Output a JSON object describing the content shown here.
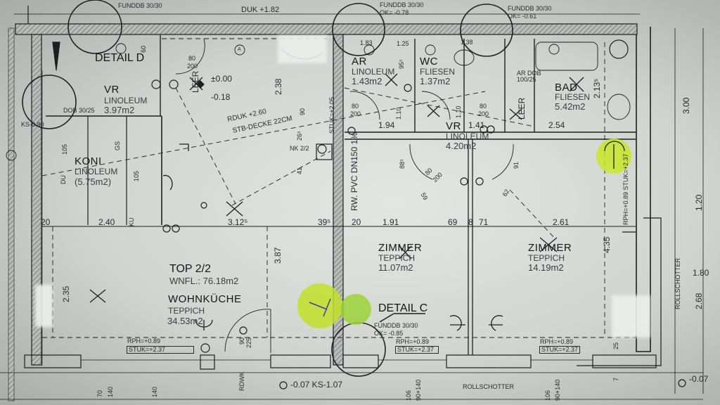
{
  "rooms": [
    {
      "name": "VR",
      "floor": "LINOLEUM",
      "area": "3.97m2"
    },
    {
      "name": "KONI",
      "floor": "LINOLEUM",
      "area": "(5.75m2)"
    },
    {
      "name": "AR",
      "floor": "LINOLEUM",
      "area": "1.43m2"
    },
    {
      "name": "WC",
      "floor": "FLIESEN",
      "area": "1.37m2"
    },
    {
      "name": "BAD",
      "floor": "FLIESEN",
      "area": "5.42m2"
    },
    {
      "name": "VR",
      "floor": "LINOLEUM",
      "area": "4.20m2"
    },
    {
      "name": "ZIMMER",
      "floor": "TEPPICH",
      "area": "11.07m2"
    },
    {
      "name": "ZIMMER",
      "floor": "TEPPICH",
      "area": "14.19m2"
    },
    {
      "name": "WOHNKÜCHE",
      "floor": "TEPPICH",
      "area": "34.53m2"
    }
  ],
  "unit": {
    "title": "TOP 2/2",
    "wnfl": "WNFL.: 76.18m2"
  },
  "details": {
    "d": "DETAIL D",
    "c": "DETAIL C"
  },
  "annotations": {
    "level_0": "±0.00",
    "level_1": "-0.18",
    "leer": "LEER",
    "leer2": "LEER",
    "rduk": "RDUK +2.60",
    "stb": "STB-DECKE 22CM",
    "duk": "DUK +1.82",
    "fund1": "FUNDDB 30/30",
    "fund2": "FUNDDB 30/30",
    "fund3": "FUNDDB 30/30",
    "fund4": "FUNDDB 30/30",
    "ok1": "OK= -0.78",
    "ok2": "OK= -0.61",
    "ok4": "OK= -0.85",
    "rph1": "RPH=+0.89",
    "stuk1": "STUK=+2.37",
    "rph2": "RPH=+0.89",
    "stuk2": "STUK=+2.37",
    "rph3": "RPH=+0.89",
    "stuk3": "STUK=+2.37",
    "rph_v": "RPH=+0.89 STUK=+2.37",
    "stuk_205": "STUK=+2.05",
    "rw": "RW. PVC DN150 1%",
    "ks080": "KS-0.80",
    "ks107": "-0.07 KS-1.07",
    "lvl_right": "-0.07",
    "roll_bottom": "ROLLSCHOTTER",
    "roll_right": "ROLLSCHOTTER",
    "nk": "NK 2/2",
    "rdwk": "RDWK",
    "ar_dob": "AR DOB 100/25",
    "dob": "DOB 30/25",
    "gs": "GS",
    "ku": "KU",
    "du": "DU",
    "a": "A"
  },
  "dimensions": {
    "d20a": "20",
    "d240": "2.40",
    "d312": "3.12⁵",
    "d395": "39⁵",
    "d20b": "20",
    "d191": "1.91",
    "d69": "69",
    "d8": "8",
    "d71": "71",
    "d261": "2.61",
    "d194": "1.94",
    "d141": "1.41",
    "d254": "2.54",
    "d387": "3.87",
    "d235": "2.35",
    "d435": "4.35",
    "d238": "2.38",
    "d300": "3.00",
    "d180": "1.80",
    "d268": "2.68",
    "d120": "1.20",
    "d2135": "2.13⁵",
    "d80a": "80",
    "d200a": "200",
    "d80b": "80",
    "d200b": "200",
    "d80c": "80",
    "d200c": "200",
    "d80d": "80",
    "d200d": "200",
    "d90": "90",
    "d225": "225",
    "d106a": "106",
    "d90140a": "90+140",
    "d106b": "106",
    "d90140b": "90+140",
    "d105a": "105",
    "d105b": "105",
    "d60": "60",
    "d70": "70",
    "d140a": "140",
    "d140b": "140",
    "d25": "25",
    "d7": "7",
    "d110": "1.10",
    "d1_10": "1.10",
    "d955": "95⁵",
    "d885": "88⁵",
    "d59": "59",
    "d62": "62",
    "d91": "91",
    "d41": "41",
    "d265": "26⁵",
    "d90b": "90",
    "d183": "1.83",
    "d125": "1.25",
    "d138": "1.38"
  },
  "colors": {
    "highlight": "#c8e62a",
    "ink": "#1d1f22",
    "hatch": "#6a6c6e"
  }
}
